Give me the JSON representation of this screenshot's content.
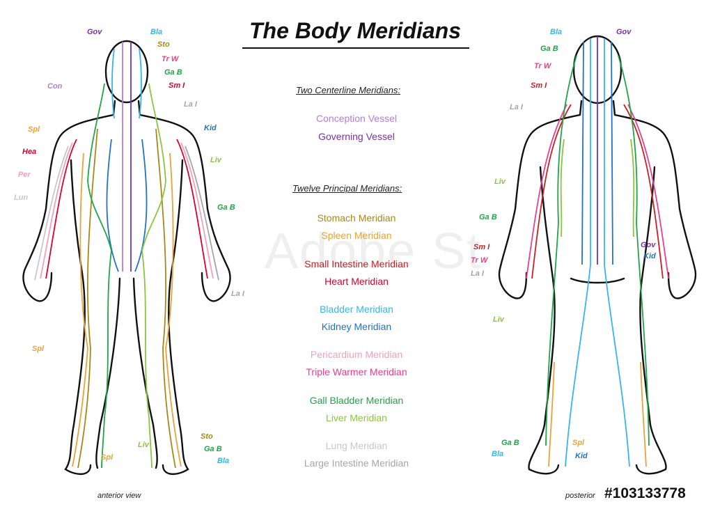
{
  "title": "The Body Meridians",
  "headers": {
    "centerline": "Two Centerline Meridians:",
    "principal": "Twelve Principal Meridians:"
  },
  "legend": {
    "conception": {
      "text": "Conception Vessel",
      "color": "#b07fd6"
    },
    "governing": {
      "text": "Governing Vessel",
      "color": "#7b2fa8"
    },
    "stomach": {
      "text": "Stomach Meridian",
      "color": "#a8871a"
    },
    "spleen": {
      "text": "Spleen Meridian",
      "color": "#e8a23a"
    },
    "small_intestine": {
      "text": "Small Intestine Meridian",
      "color": "#c81f25"
    },
    "heart": {
      "text": "Heart Meridian",
      "color": "#d9002b"
    },
    "bladder": {
      "text": "Bladder Meridian",
      "color": "#33b6f0"
    },
    "kidney": {
      "text": "Kidney Meridian",
      "color": "#2272c8"
    },
    "pericardium": {
      "text": "Pericardium Meridian",
      "color": "#f4a0b9"
    },
    "triple_warmer": {
      "text": "Triple Warmer Meridian",
      "color": "#ec3f8a"
    },
    "gall_bladder": {
      "text": "Gall Bladder Meridian",
      "color": "#1fa547"
    },
    "liver": {
      "text": "Liver Meridian",
      "color": "#8bc53f"
    },
    "lung": {
      "text": "Lung Meridian",
      "color": "#c8c8c8"
    },
    "large_intestine": {
      "text": "Large Intestine Meridian",
      "color": "#a6a6a6"
    }
  },
  "labels": {
    "front_gov": "Gov",
    "front_bla": "Bla",
    "front_sto": "Sto",
    "front_trw": "Tr W",
    "front_gab": "Ga B",
    "front_smi": "Sm I",
    "front_con": "Con",
    "front_lai": "La I",
    "front_kid": "Kid",
    "front_spl": "Spl",
    "front_hea": "Hea",
    "front_liv": "Liv",
    "front_per": "Per",
    "front_gab2": "Ga B",
    "front_lun": "Lun",
    "front_lai2": "La I",
    "front_spl2": "Spl",
    "front_sto2": "Sto",
    "front_liv2": "Liv",
    "front_gab3": "Ga B",
    "front_spl3": "Spl",
    "front_bla2": "Bla",
    "back_bla": "Bla",
    "back_gov": "Gov",
    "back_gab": "Ga B",
    "back_trw": "Tr W",
    "back_smi": "Sm I",
    "back_lai": "La I",
    "back_liv": "Liv",
    "back_gab2": "Ga B",
    "back_smi2": "Sm I",
    "back_gov2": "Gov",
    "back_trw2": "Tr W",
    "back_kid": "Kid",
    "back_lai2": "La I",
    "back_liv2": "Liv",
    "back_gab3": "Ga B",
    "back_spl": "Spl",
    "back_bla2": "Bla",
    "back_kid2": "Kid"
  },
  "views": {
    "anterior": "anterior view",
    "posterior": "posterior"
  },
  "stock_id": "#103133778",
  "watermark": "Adobe St"
}
